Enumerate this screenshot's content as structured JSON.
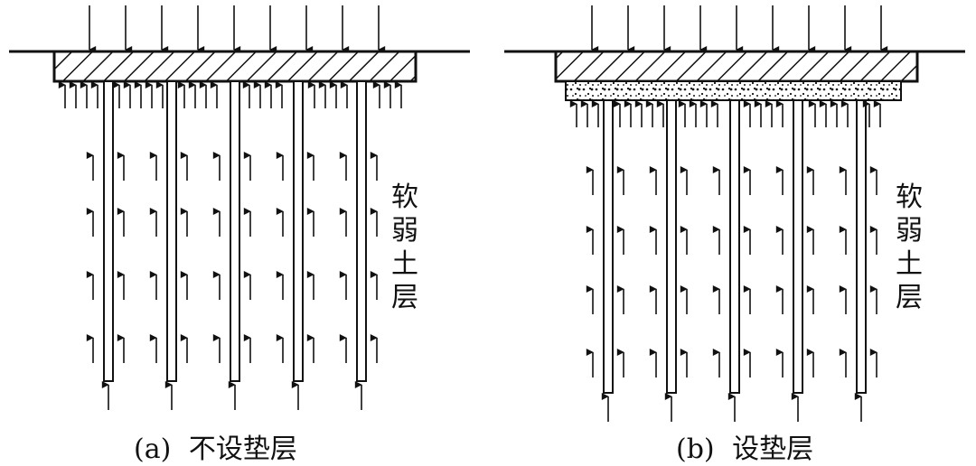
{
  "panels": [
    {
      "id": "a",
      "caption_label": "(a)",
      "caption_text": "不设垫层",
      "soil_label_chars": [
        "软",
        "弱",
        "土",
        "层"
      ],
      "has_cushion": false,
      "pile_count": 5,
      "top_load_arrow_count": 9
    },
    {
      "id": "b",
      "caption_label": "(b)",
      "caption_text": "设垫层",
      "soil_label_chars": [
        "软",
        "弱",
        "土",
        "层"
      ],
      "has_cushion": true,
      "pile_count": 5,
      "top_load_arrow_count": 9
    }
  ],
  "colors": {
    "line": "#111111",
    "background": "#ffffff"
  }
}
